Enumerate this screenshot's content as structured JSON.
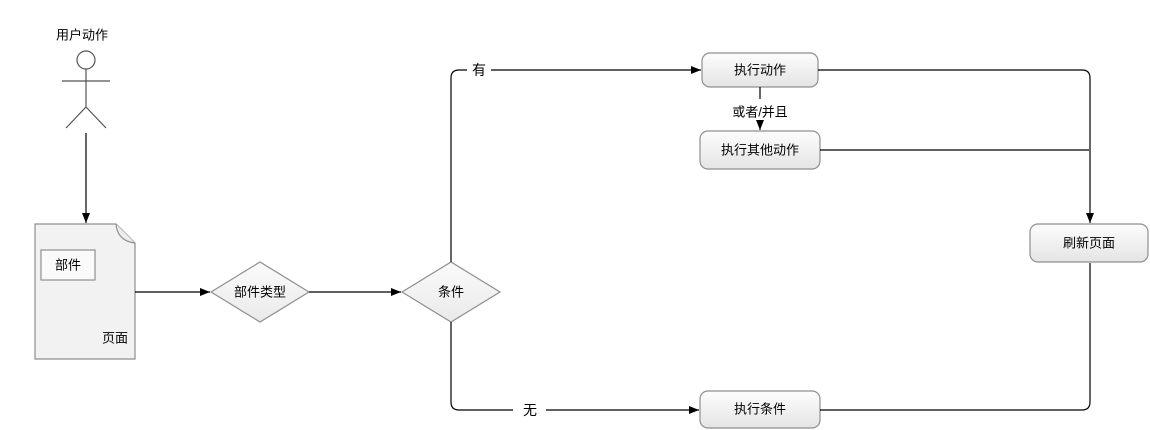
{
  "diagram": {
    "type": "flowchart",
    "background": "#ffffff",
    "line_color": "#000000",
    "shape_border_color": "#8f8f8f",
    "shape_fill_light": "#fdfdfd",
    "shape_fill_dark": "#e4e4e4",
    "document_fill": "#f2f2f2",
    "actor": {
      "label": "用户动作"
    },
    "page": {
      "label": "页面",
      "component_label": "部件"
    },
    "decisions": {
      "component_type": "部件类型",
      "condition": "条件"
    },
    "actions": {
      "execute_action": "执行动作",
      "execute_other_action": "执行其他动作",
      "refresh_page": "刷新页面",
      "execute_condition": "执行条件"
    },
    "edge_labels": {
      "yes": "有",
      "no": "无",
      "or_and": "或者/并且"
    }
  }
}
